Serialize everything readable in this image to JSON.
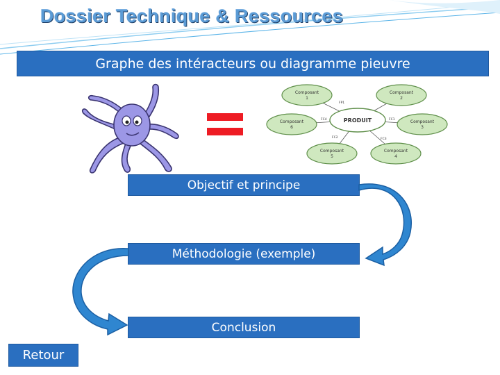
{
  "header": {
    "title": "Dossier Technique & Ressources",
    "subtitle": "Graphe des intéracteurs ou diagramme pieuvre"
  },
  "diagram": {
    "center": "PRODUIT",
    "nodes": [
      {
        "label_1": "Composant",
        "label_2": "1"
      },
      {
        "label_1": "Composant",
        "label_2": "2"
      },
      {
        "label_1": "Composant",
        "label_2": "3"
      },
      {
        "label_1": "Composant",
        "label_2": "4"
      },
      {
        "label_1": "Composant",
        "label_2": "5"
      },
      {
        "label_1": "Composant",
        "label_2": "6"
      }
    ],
    "links": [
      "FP1",
      "FC1",
      "FC2",
      "FC3",
      "FC4"
    ]
  },
  "steps": {
    "objectif": "Objectif et principe",
    "methodologie": "Méthodologie (exemple)",
    "conclusion": "Conclusion"
  },
  "nav": {
    "retour": "Retour"
  },
  "colors": {
    "title": "#5b9bd5",
    "bar": "#2a6fc0",
    "equals": "#ee1c24",
    "octopus": "#9c97e6",
    "node_fill": "#cfe8bf",
    "arrow": "#2f86d0"
  }
}
